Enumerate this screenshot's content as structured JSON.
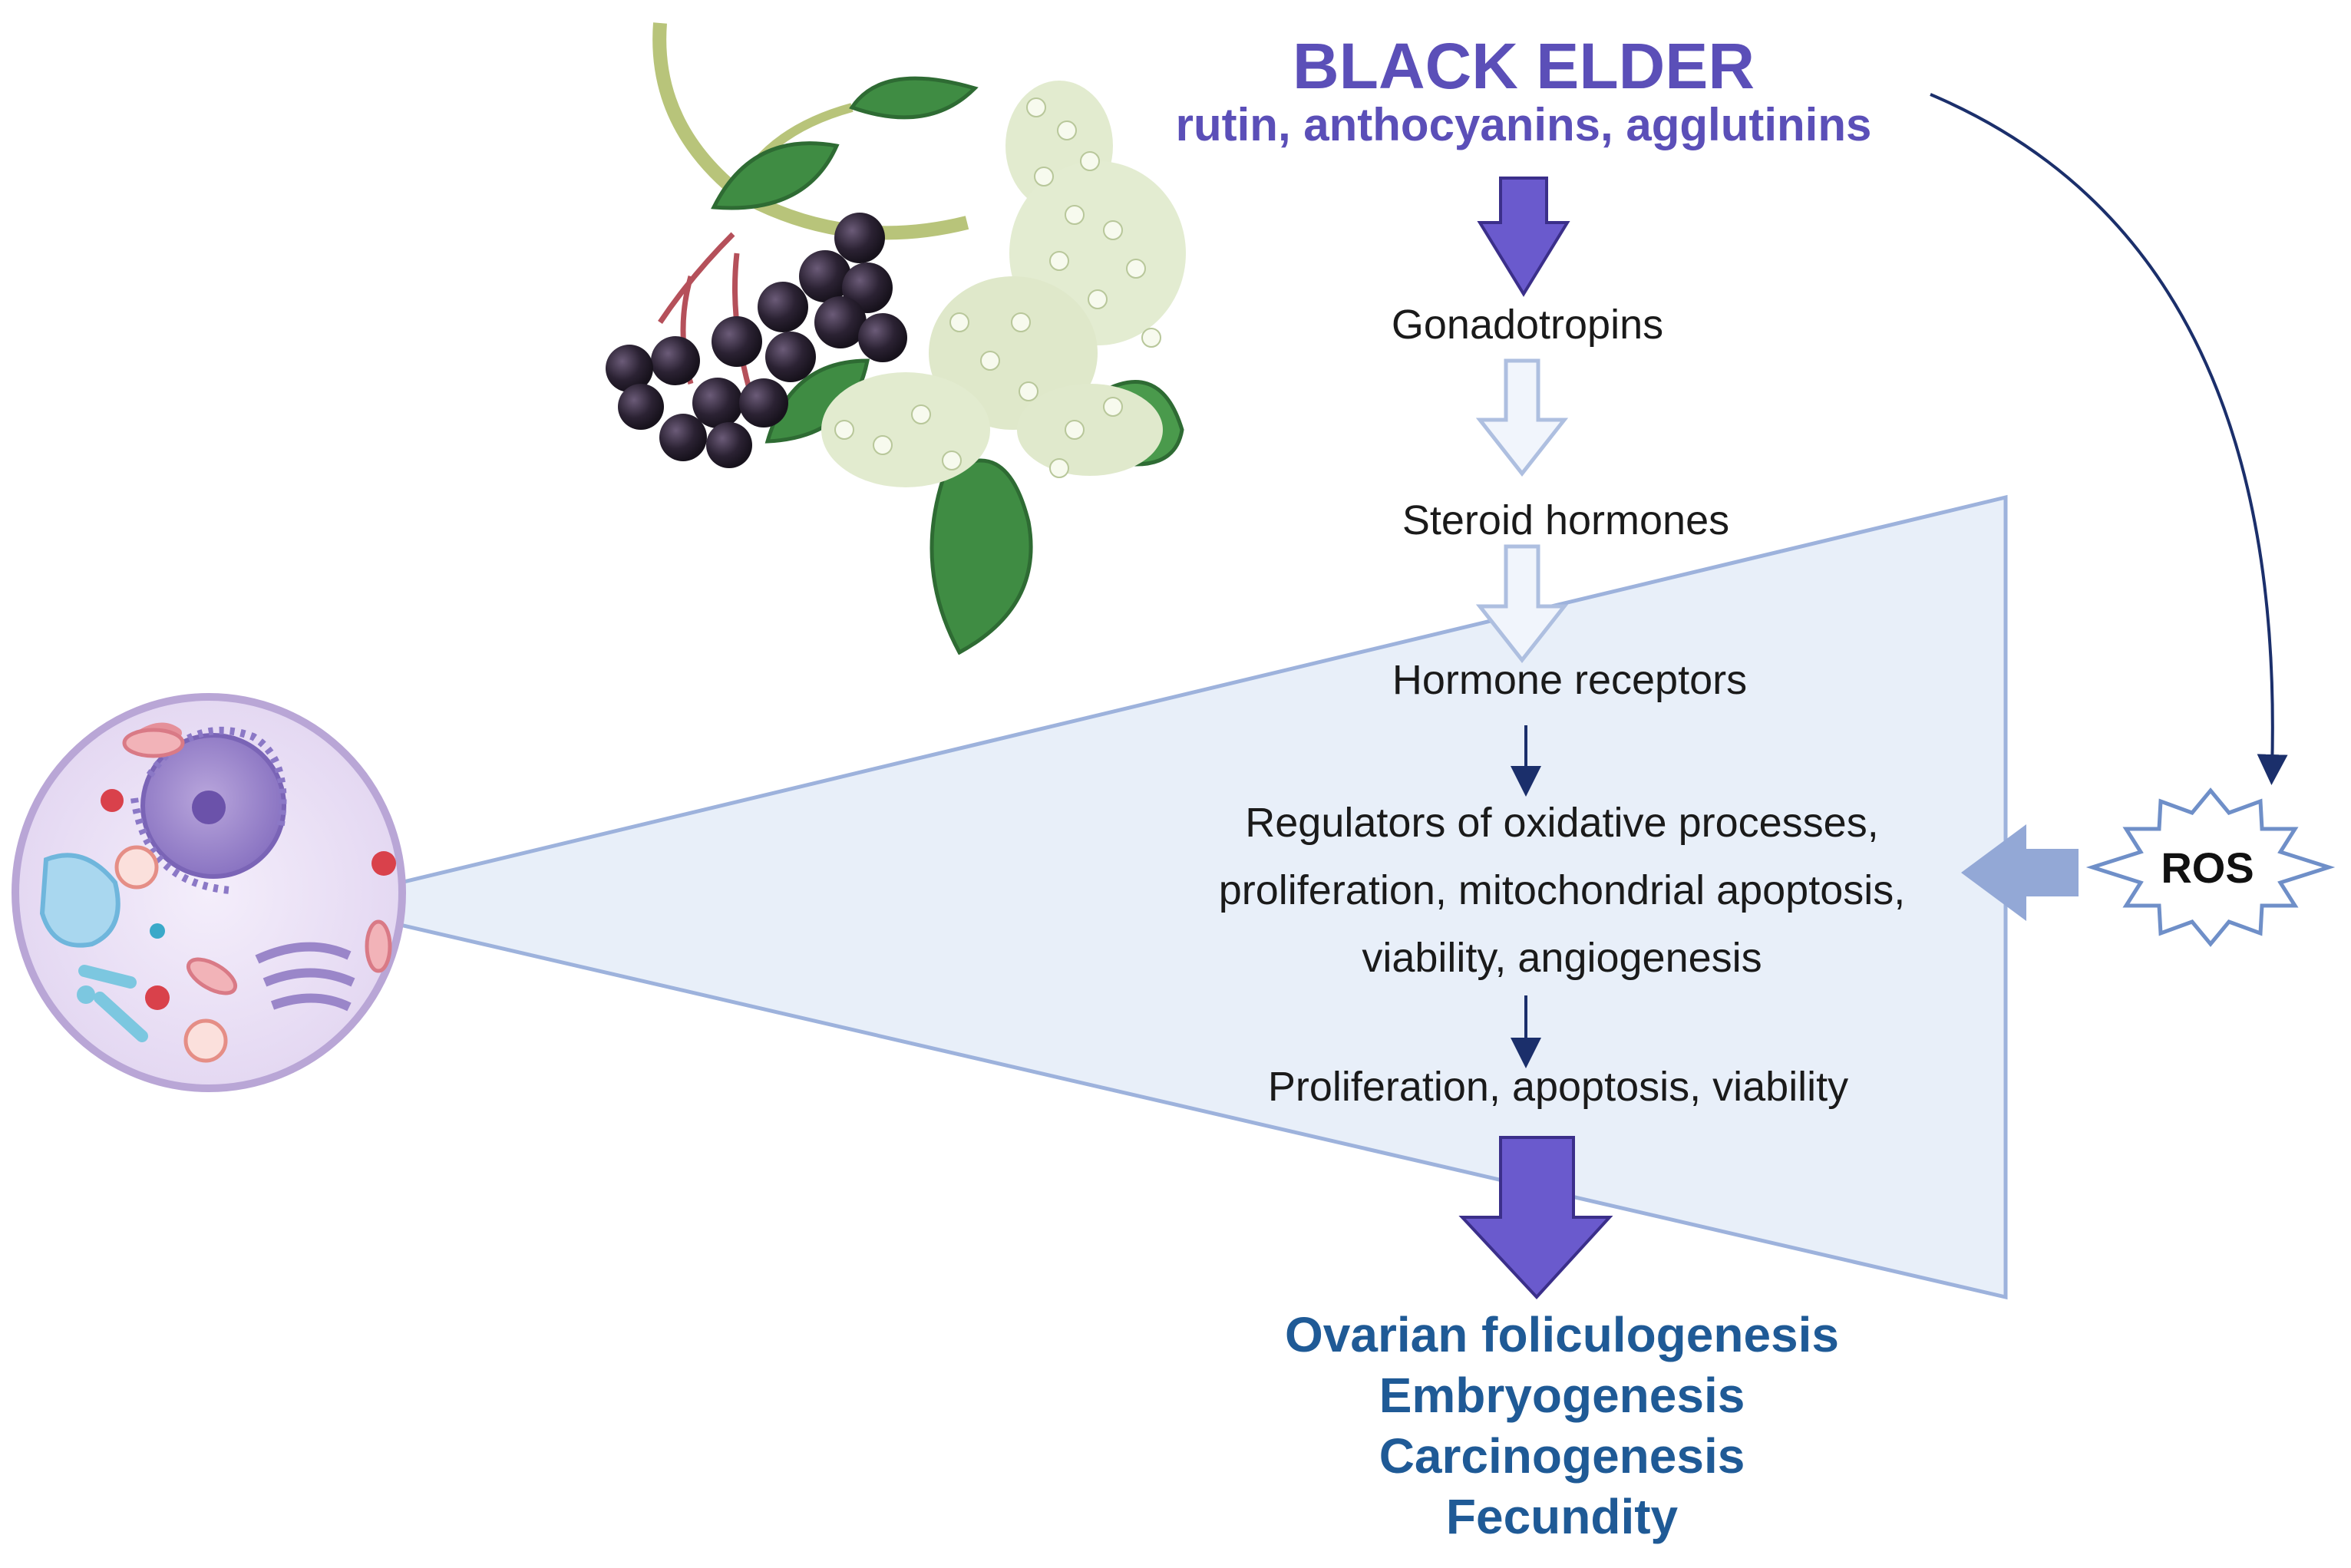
{
  "source": {
    "title": "BLACK ELDER",
    "compounds": "rutin, anthocyanins, agglutinins"
  },
  "cascade": {
    "step1": "Gonadotropins",
    "step2": "Steroid hormones",
    "step3": "Hormone receptors",
    "regulators": [
      "Regulators of oxidative processes,",
      "proliferation, mitochondrial apoptosis,",
      "viability, angiogenesis"
    ],
    "step5": "Proliferation, apoptosis, viability"
  },
  "ros": {
    "label": "ROS"
  },
  "outcomes": [
    "Ovarian foliculogenesis",
    "Embryogenesis",
    "Carcinogenesis",
    "Fecundity"
  ],
  "colors": {
    "title": "#5b4fb8",
    "big_arrow": "#6a5acd",
    "outcome_text": "#1f5a96",
    "cone_fill": "#e8eff9",
    "cone_stroke": "#9db2dc",
    "thin_arrow": "#1b2f6b",
    "ros_arrow": "#93a8d6"
  },
  "icons": [
    "elderberry-plant-illustration",
    "animal-cell-illustration",
    "ros-starburst-icon"
  ]
}
